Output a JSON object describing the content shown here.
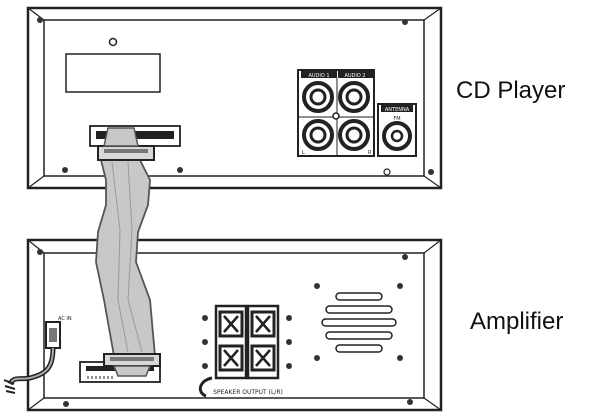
{
  "labels": {
    "cd_player": "CD Player",
    "amplifier": "Amplifier"
  },
  "cd_panel": {
    "audio_1": "AUDIO 1",
    "audio_2": "AUDIO 2",
    "antenna": "ANTENNA",
    "antenna_sub": "FM",
    "jack_left": "L",
    "jack_right": "R"
  },
  "amp_panel": {
    "speaker_output": "SPEAKER OUTPUT (L/R)",
    "ac_label": "AC IN"
  },
  "colors": {
    "outline": "#222222",
    "cable": "#c8c8c8",
    "cable_edge": "#555555"
  }
}
